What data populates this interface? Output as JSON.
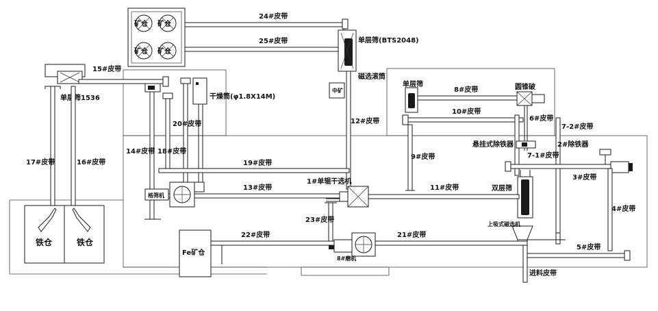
{
  "labels": {
    "belt24": "24#皮带",
    "belt25": "25#皮带",
    "screen_bts": "单层筛(BTS2048)",
    "mag_drum": "磁选滚筒",
    "small_box": "中矿",
    "belt15": "15#皮带",
    "screen1536": "单层筛1536",
    "dryer": "干燥筒(φ1.8X14M)",
    "belt17": "17#皮带",
    "belt16": "16#皮带",
    "iron_bin_left": "铁仓",
    "iron_bin_right": "铁仓",
    "belt20": "20#皮带",
    "belt14": "14#皮带",
    "belt18": "18#皮带",
    "belt19": "19#皮带",
    "belt13": "13#皮带",
    "separator1": "1#单辊干选机",
    "unit_left": "格筛机",
    "belt12": "12#皮带",
    "screen_top_right": "单层筛",
    "belt8": "8#皮带",
    "cone_crusher": "圆锥破",
    "belt10": "10#皮带",
    "belt6": "6#皮带",
    "belt7_2": "7-2#皮带",
    "iron_remover_susp": "悬挂式除铁器",
    "iron_remover2": "2#除铁器",
    "belt7_1": "7-1#皮带",
    "belt9": "9#皮带",
    "belt11": "11#皮带",
    "screen_double": "双层筛",
    "belt3": "3#皮带",
    "belt4": "4#皮带",
    "belt23": "23#皮带",
    "belt22": "22#皮带",
    "belt21": "21#皮带",
    "fe_bin": "Fe矿仓",
    "roller_press": "8#磨机",
    "pulley_magnet": "上吸式磁选机",
    "belt5": "5#皮带",
    "feed_belt": "进料皮带",
    "bin_tl": "矿仓",
    "bin_tr": "矿仓",
    "bin_bl": "矿仓",
    "bin_br": "矿仓"
  }
}
